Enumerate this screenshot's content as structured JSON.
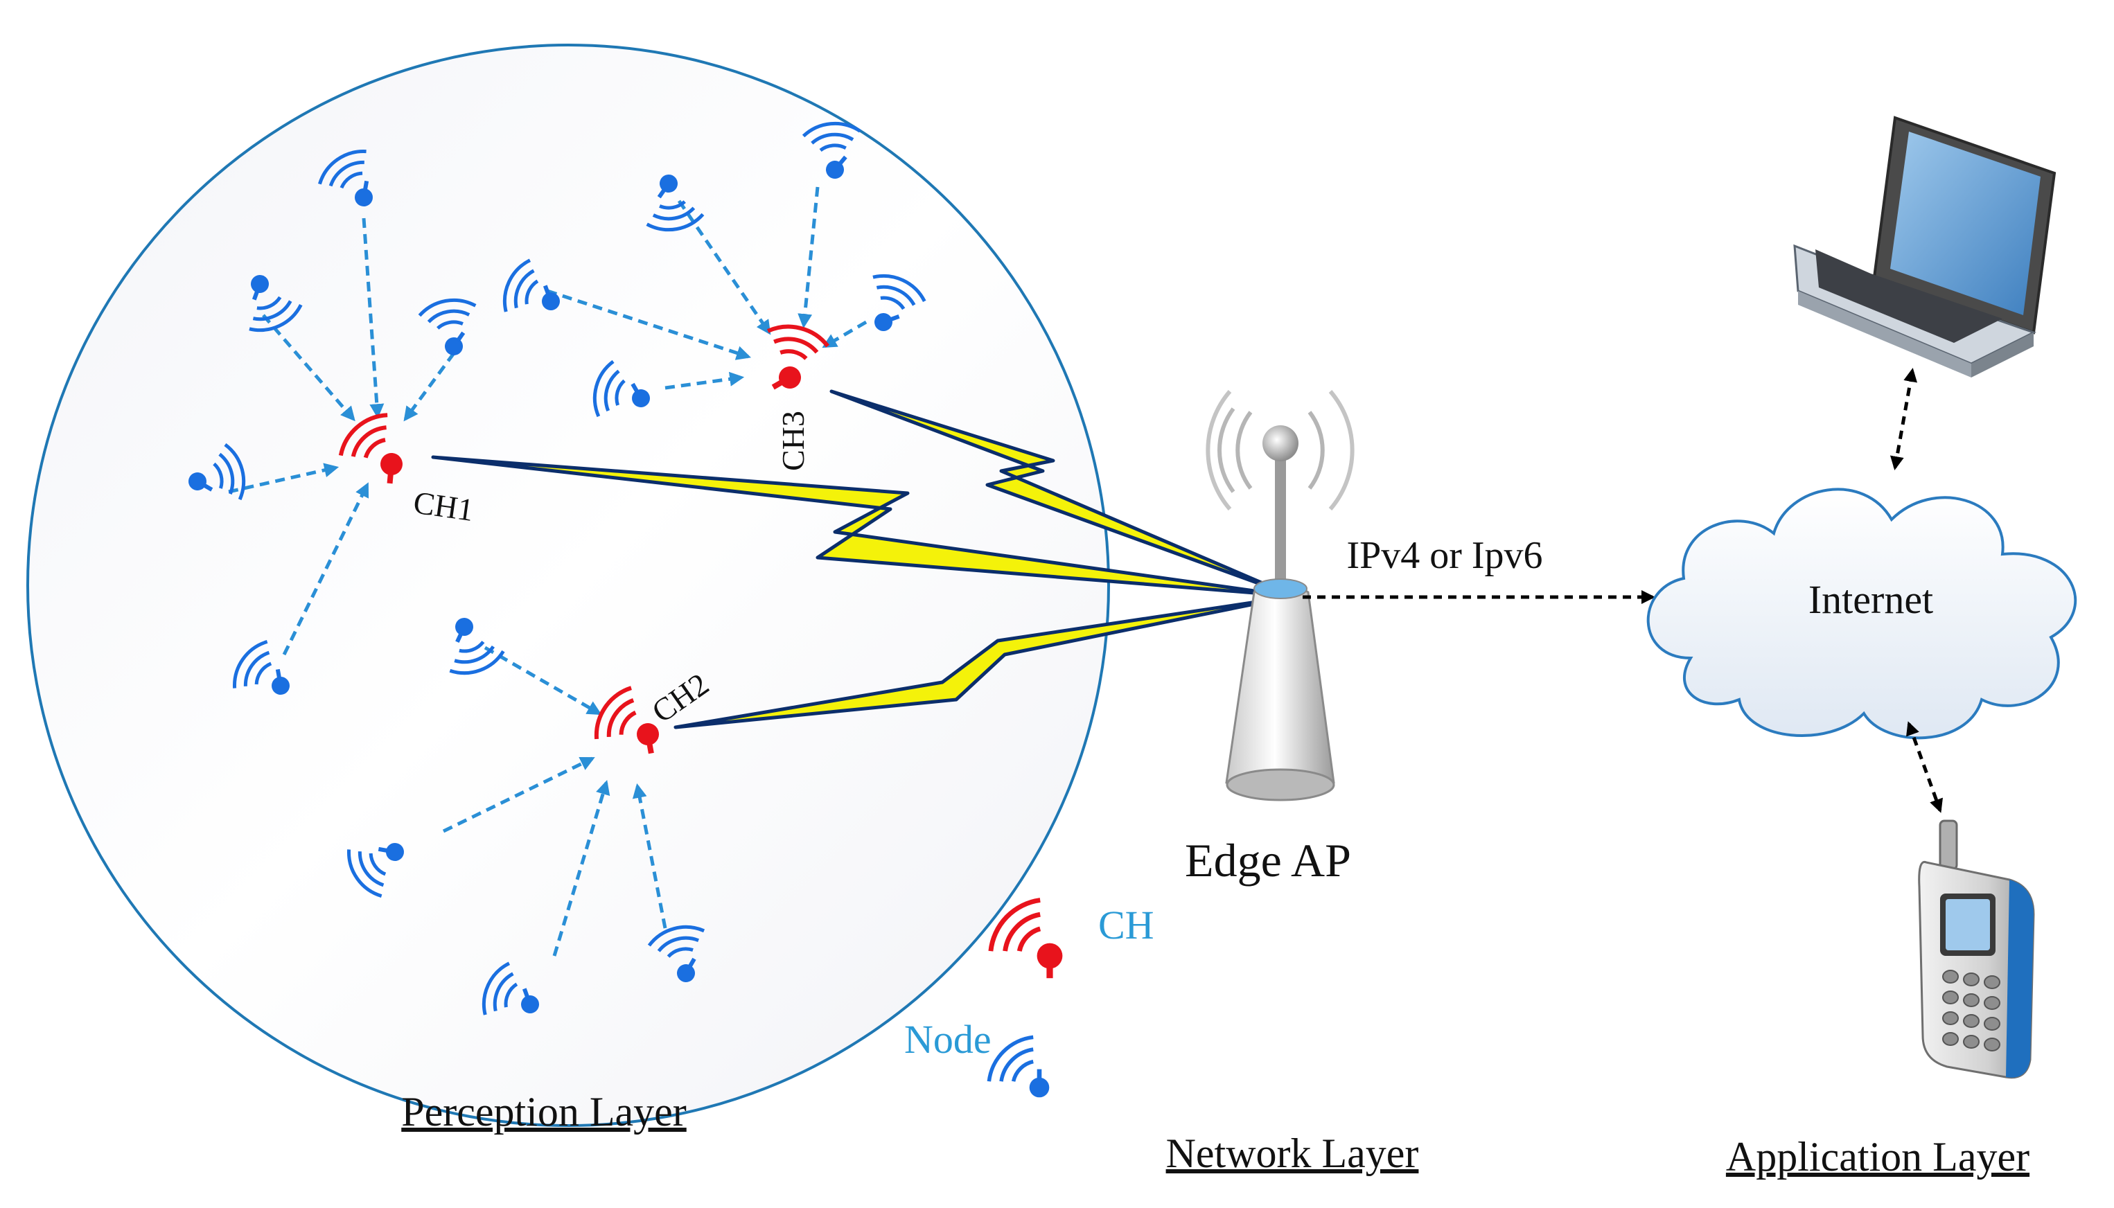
{
  "labels": {
    "ch1": "CH1",
    "ch2": "CH2",
    "ch3": "CH3",
    "edge_ap": "Edge AP",
    "protocol": "IPv4 or Ipv6",
    "internet": "Internet",
    "perception_layer": "Perception Layer",
    "network_layer": "Network Layer",
    "application_layer": "Application Layer"
  },
  "legend": {
    "ch": "CH",
    "node": "Node"
  },
  "colors": {
    "node_blue": "#1a6fe0",
    "ch_red": "#e8131c",
    "arrow_blue": "#2a8fd6",
    "bolt_yellow": "#f4f20a",
    "bolt_edge": "#0b2e6b",
    "circle_stroke": "#1f78b4",
    "legend_text": "#2a9ad6",
    "cloud_stroke": "#2b7bbf"
  },
  "icons": {
    "node": "wireless-node-icon",
    "cluster_head": "cluster-head-icon",
    "access_point": "access-point-icon",
    "cloud": "cloud-icon",
    "laptop": "laptop-icon",
    "phone": "mobile-phone-icon"
  }
}
